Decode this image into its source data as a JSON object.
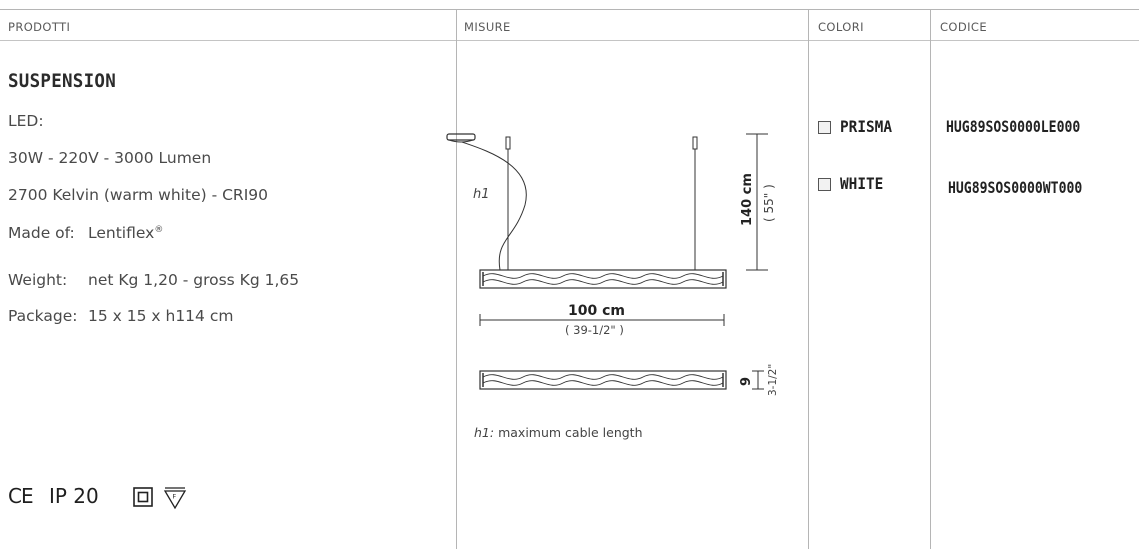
{
  "headers": {
    "products": "PRODOTTI",
    "sizes": "MISURE",
    "colors": "COLORI",
    "code": "CODICE"
  },
  "product": {
    "title": "SUSPENSION",
    "led_label": "LED:",
    "power_line": "30W - 220V - 3000 Lumen",
    "kelvin_line": "2700 Kelvin (warm white) - CRI90",
    "made_of_label": "Made of:",
    "made_of_value": "Lentiflex",
    "made_of_mark": "®",
    "weight_label": "Weight:",
    "weight_value": "net Kg 1,20  -  gross Kg 1,65",
    "package_label": "Package:",
    "package_value": "15 x 15 x h114 cm"
  },
  "certifications": {
    "ce": "CE",
    "ip": "IP 20"
  },
  "drawing": {
    "cable_label": "h1",
    "height_value": "140 cm",
    "height_inches": "( 55\" )",
    "width_value": "100 cm",
    "width_inches": "( 39-1/2\" )",
    "depth_value": "9",
    "depth_inches": "3-1/2\"",
    "note_label": "h1:",
    "note_text": "maximum cable length"
  },
  "colors": [
    {
      "name": "PRISMA",
      "code": "HUG89SOS0000LE000"
    },
    {
      "name": "WHITE",
      "code": "HUG89SOS0000WT000"
    }
  ]
}
